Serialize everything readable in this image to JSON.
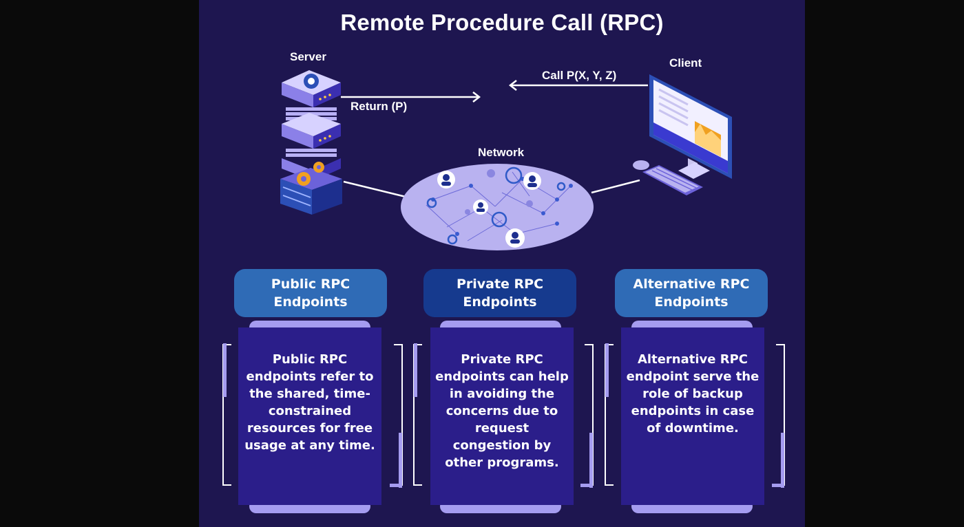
{
  "title": "Remote Procedure Call (RPC)",
  "diagram": {
    "server_label": "Server",
    "client_label": "Client",
    "network_label": "Network",
    "call_label": "Call P(X, Y, Z)",
    "return_label": "Return (P)"
  },
  "endpoints": [
    {
      "heading_line1": "Public RPC",
      "heading_line2": "Endpoints",
      "description": "Public RPC endpoints refer to the shared, time-constrained resources for free usage at any time."
    },
    {
      "heading_line1": "Private RPC",
      "heading_line2": "Endpoints",
      "description": "Private RPC endpoints can help in avoiding the concerns due to request congestion by other programs."
    },
    {
      "heading_line1": "Alternative RPC",
      "heading_line2": "Endpoints",
      "description": "Alternative RPC endpoint serve the role of backup endpoints in case of downtime."
    }
  ],
  "colors": {
    "panel": "#1e1650",
    "header_public": "#2f6bb6",
    "header_private": "#163a8e",
    "header_alternative": "#2f6bb6",
    "card": "#2b1e8a",
    "card_tab": "#a59cf0",
    "network_ellipse": "#b9b2f0"
  }
}
